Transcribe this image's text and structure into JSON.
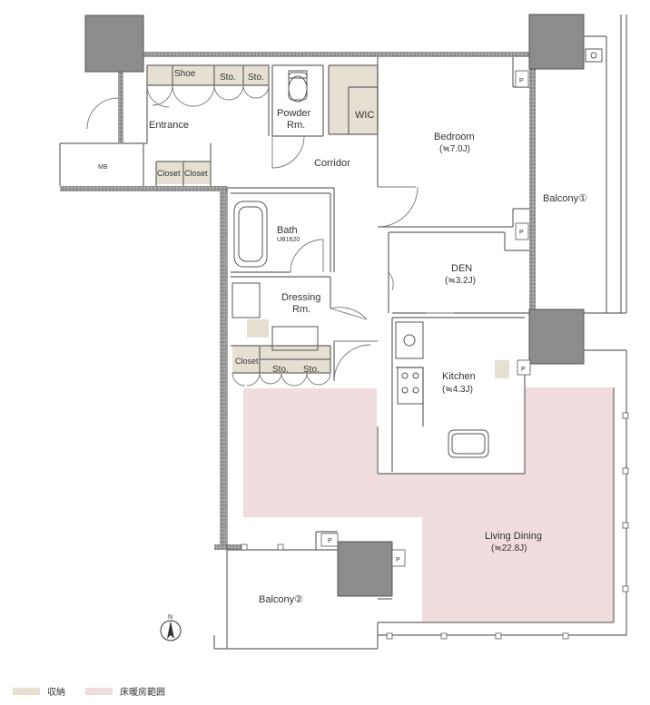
{
  "colors": {
    "storage": "#e6e0d3",
    "floor_heating": "#f0dcdc",
    "wall": "#8a8a8a",
    "column": "#8c8c8c",
    "line": "#555555"
  },
  "rooms": {
    "entrance": "Entrance",
    "powder_line1": "Powder",
    "powder_line2": "Rm.",
    "wic": "WIC",
    "bedroom": "Bedroom",
    "bedroom_size": "(≒7.0J)",
    "corridor": "Corridor",
    "bath": "Bath",
    "bath_unit": "UB1620",
    "dressing_line1": "Dressing",
    "dressing_line2": "Rm.",
    "den": "DEN",
    "den_size": "(≒3.2J)",
    "kitchen": "Kitchen",
    "kitchen_size": "(≒4.3J)",
    "living": "Living Dining",
    "living_size": "(≒22.8J)",
    "balcony1": "Balcony①",
    "balcony2": "Balcony②"
  },
  "storage_labels": {
    "shoe": "Shoe",
    "sto_entrance_1": "Sto.",
    "sto_entrance_2": "Sto.",
    "closet_1": "Closet",
    "closet_2": "Closet",
    "mb": "MB",
    "closet_dressing": "Closet",
    "sto_dressing_1": "Sto.",
    "sto_dressing_2": "Sto."
  },
  "pipe_label": "P",
  "compass_label": "N",
  "legend": {
    "storage": "収納",
    "floor_heating": "床暖房範囲"
  }
}
